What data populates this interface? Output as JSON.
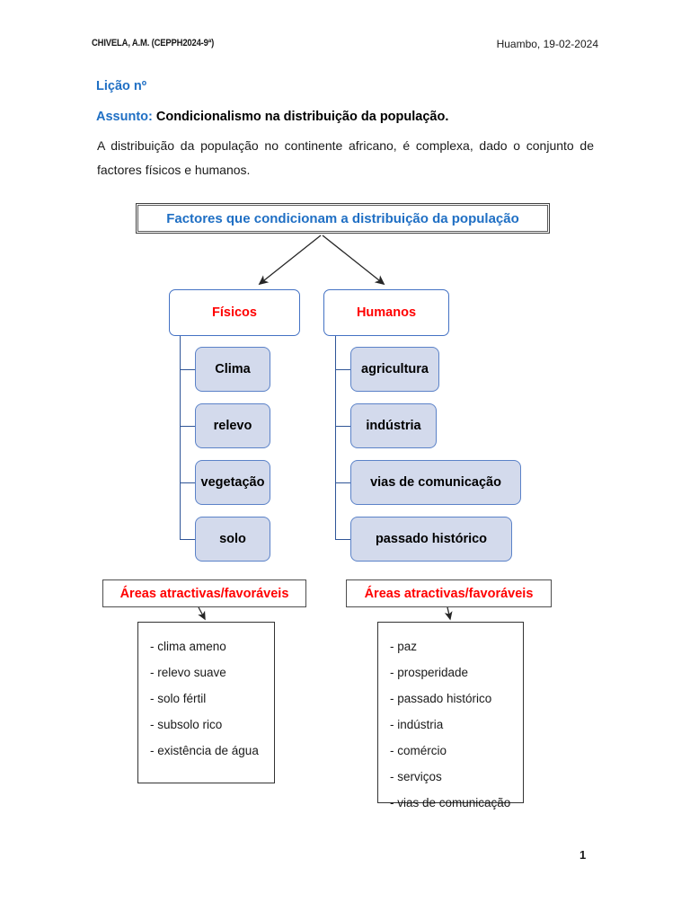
{
  "header": {
    "author_code": "CHIVELA, A.M. (CEPPH2024-9ª)",
    "place_date": "Huambo, 19-02-2024"
  },
  "lesson": {
    "licao_label": "Lição nº",
    "assunto_label": "Assunto:",
    "assunto_value": "Condicionalismo na distribuição da população.",
    "intro_paragraph": "A distribuição da população no continente africano, é complexa, dado o conjunto de factores físicos e humanos."
  },
  "diagram": {
    "root": "Factores que condicionam a distribuição da população",
    "branches": [
      {
        "title": "Físicos",
        "leaves": [
          "Clima",
          "relevo",
          "vegetação",
          "solo"
        ],
        "areas_title": "Áreas atractivas/favoráveis",
        "areas_items": [
          "- clima ameno",
          "- relevo suave",
          "- solo fértil",
          "- subsolo rico",
          "- existência de água"
        ]
      },
      {
        "title": "Humanos",
        "leaves": [
          "agricultura",
          "indústria",
          "vias de comunicação",
          "passado histórico"
        ],
        "areas_title": "Áreas atractivas/favoráveis",
        "areas_items": [
          "- paz",
          "- prosperidade",
          "- passado histórico",
          "- indústria",
          "- comércio",
          "- serviços",
          "- vias de comunicação"
        ]
      }
    ]
  },
  "footer": {
    "page_number": "1"
  },
  "colors": {
    "heading_blue": "#1f6fc4",
    "accent_red": "#ff0000",
    "leaf_fill": "#d3daec",
    "connector_blue": "#2f5597",
    "box_border_gray": "#4d4d4d"
  }
}
